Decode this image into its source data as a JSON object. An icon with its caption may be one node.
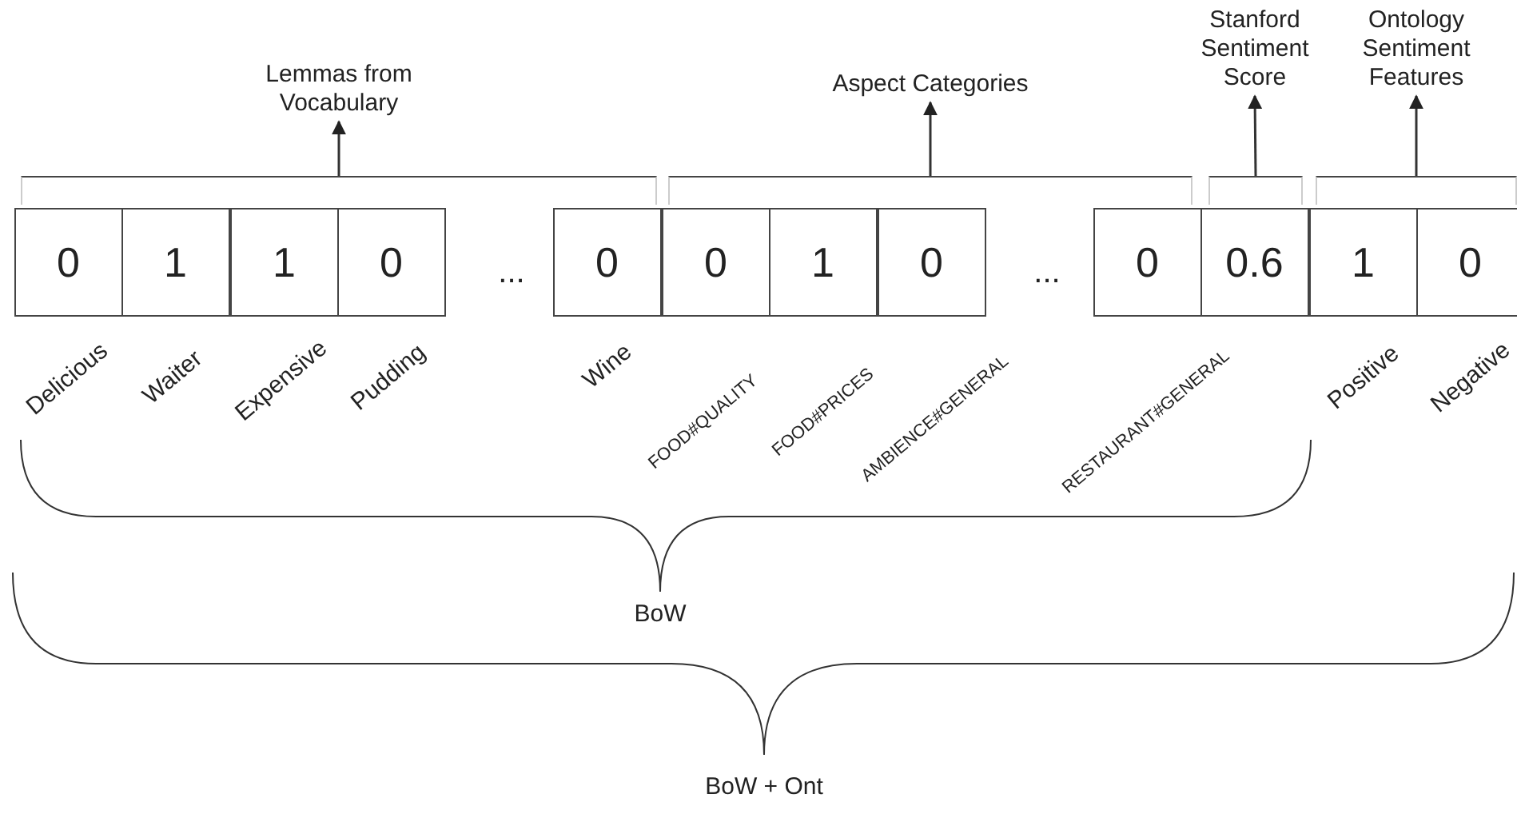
{
  "diagram": {
    "nodes": [
      {
        "text": [
          "0"
        ]
      },
      {
        "text": [
          "1"
        ]
      },
      {
        "text": [
          "1"
        ]
      },
      {
        "text": [
          "0"
        ]
      },
      {
        "text": [
          "0"
        ]
      },
      {
        "text": [
          "0"
        ]
      },
      {
        "text": [
          "1"
        ]
      },
      {
        "text": [
          "0"
        ]
      },
      {
        "text": [
          "0"
        ]
      },
      {
        "text": [
          "0.6"
        ]
      },
      {
        "text": [
          "1"
        ]
      },
      {
        "text": [
          "0"
        ]
      },
      {
        "text": [],
        "shape": "bracket"
      },
      {
        "text": [],
        "shape": "bracket"
      },
      {
        "text": [],
        "shape": "bracket"
      },
      {
        "text": [],
        "shape": "bracket"
      },
      {
        "text": [
          "Lemmas from Vocabulary"
        ]
      },
      {
        "text": [
          "Aspect Categories"
        ]
      },
      {
        "text": [
          "Stanford Sentiment Score"
        ]
      },
      {
        "text": [
          "Ontology Sentiment Features"
        ]
      }
    ],
    "edges": [
      {
        "from": 12,
        "to": 16,
        "arrow": "to"
      },
      {
        "from": 13,
        "to": 17,
        "arrow": "to"
      },
      {
        "from": 14,
        "to": 18,
        "arrow": "to"
      },
      {
        "from": 15,
        "to": 19,
        "arrow": "to"
      }
    ],
    "labels": [
      "...",
      "...",
      "Delicious",
      "Waiter",
      "Expensive",
      "Pudding",
      "Wine",
      "FOOD#QUALITY",
      "FOOD#PRICES",
      "AMBIENCE#GENERAL",
      "RESTAURANT#GENERAL",
      "Positive",
      "Negative",
      "BoW",
      "BoW + Ont"
    ]
  }
}
